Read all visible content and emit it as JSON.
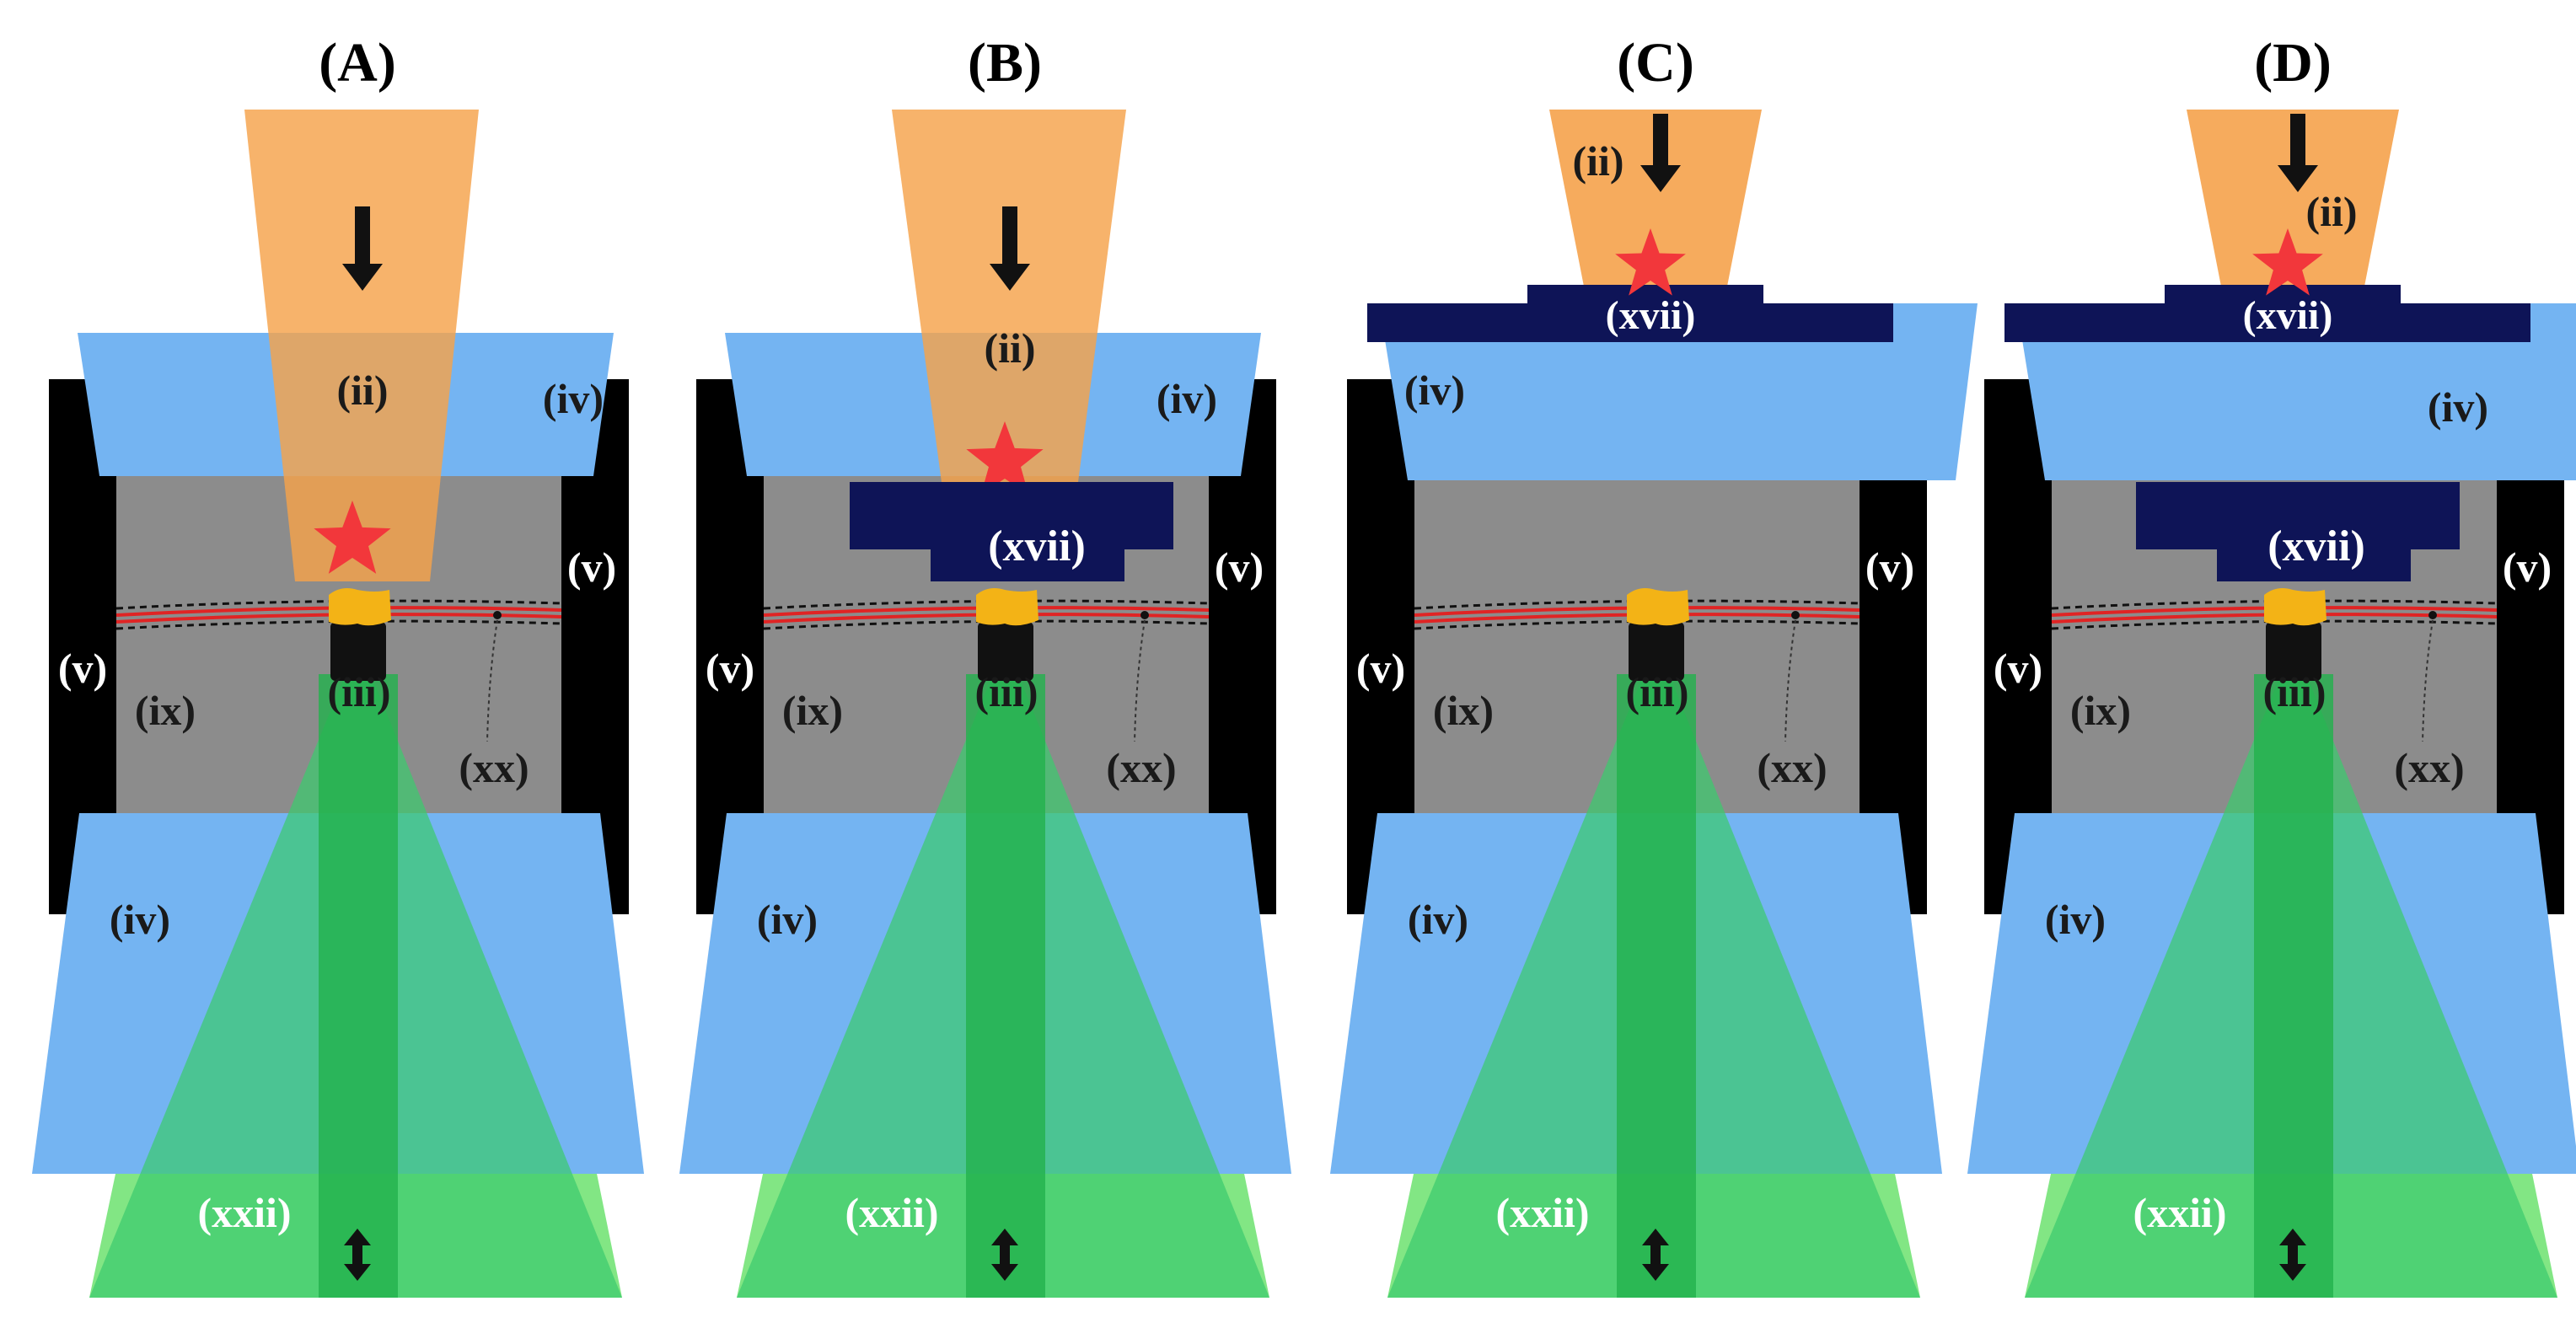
{
  "panels": [
    {
      "id": "A",
      "title": "(A)",
      "variant": "A",
      "labels": {
        "beam": "(ii)",
        "window_top": "(iv)",
        "window_bottom": "(iv)",
        "wall_left": "(v)",
        "wall_right": "(v)",
        "chamber": "(ix)",
        "sample": "(iii)",
        "wire": "(xx)",
        "objective": "(xxii)"
      }
    },
    {
      "id": "B",
      "title": "(B)",
      "variant": "B",
      "labels": {
        "beam": "(ii)",
        "window_top": "(iv)",
        "window_bottom": "(iv)",
        "wall_left": "(v)",
        "wall_right": "(v)",
        "chamber": "(ix)",
        "sample": "(iii)",
        "wire": "(xx)",
        "objective": "(xxii)",
        "target": "(xvii)"
      }
    },
    {
      "id": "C",
      "title": "(C)",
      "variant": "C",
      "labels": {
        "beam": "(ii)",
        "window_top": "(iv)",
        "window_bottom": "(iv)",
        "wall_left": "(v)",
        "wall_right": "(v)",
        "chamber": "(ix)",
        "sample": "(iii)",
        "wire": "(xx)",
        "objective": "(xxii)",
        "target": "(xvii)"
      }
    },
    {
      "id": "D",
      "title": "(D)",
      "variant": "D",
      "labels": {
        "beam": "(ii)",
        "window_top": "(iv)",
        "window_bottom": "(iv)",
        "wall_left": "(v)",
        "wall_right": "(v)",
        "chamber": "(ix)",
        "sample": "(iii)",
        "wire": "(xx)",
        "objective": "(xxii)",
        "target": "(xvii)"
      }
    }
  ],
  "colors": {
    "beam_orange": "#F5A24B",
    "window_blue": "#74B4F2",
    "wall_black": "#000000",
    "chamber_gray": "#8C8C8C",
    "target_navy": "#0E1457",
    "emission_green": "#3CCB6E",
    "objective_green": "#82E684",
    "sample_gold": "#F3B316",
    "spark_red": "#F2373B",
    "membrane_red": "#E02424",
    "label_dark": "#1a1a1a",
    "label_white": "#ffffff"
  }
}
